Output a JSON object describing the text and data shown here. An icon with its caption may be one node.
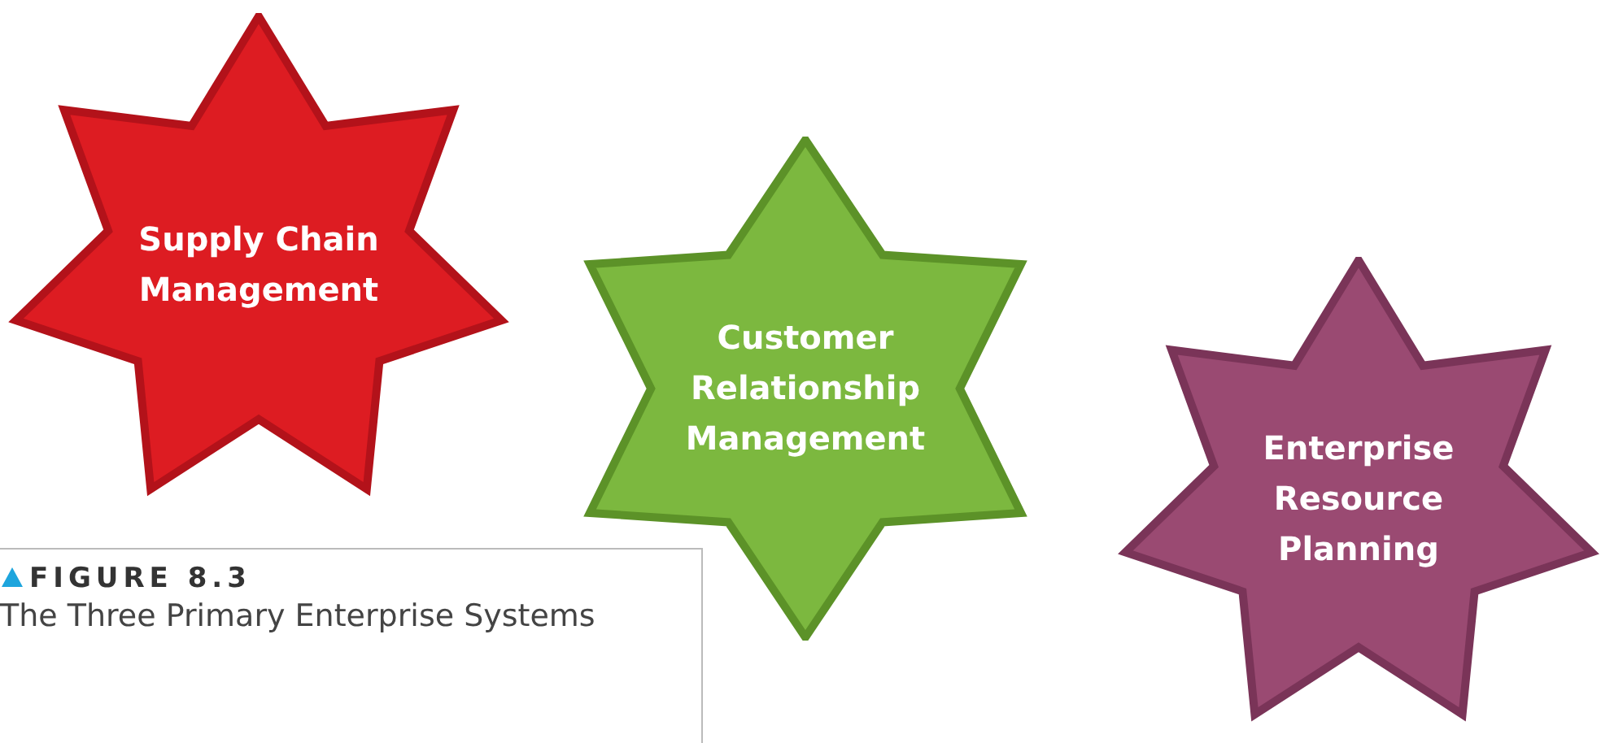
{
  "diagram": {
    "caption": "The Three Primary Enterprise Systems",
    "nodes": [
      {
        "text": [
          "Supply Chain Management"
        ]
      },
      {
        "text": [
          "Customer Relationship Management"
        ]
      },
      {
        "text": [
          "Enterprise Resource Planning"
        ]
      }
    ],
    "labels": [
      "FIGURE 8.3"
    ]
  }
}
